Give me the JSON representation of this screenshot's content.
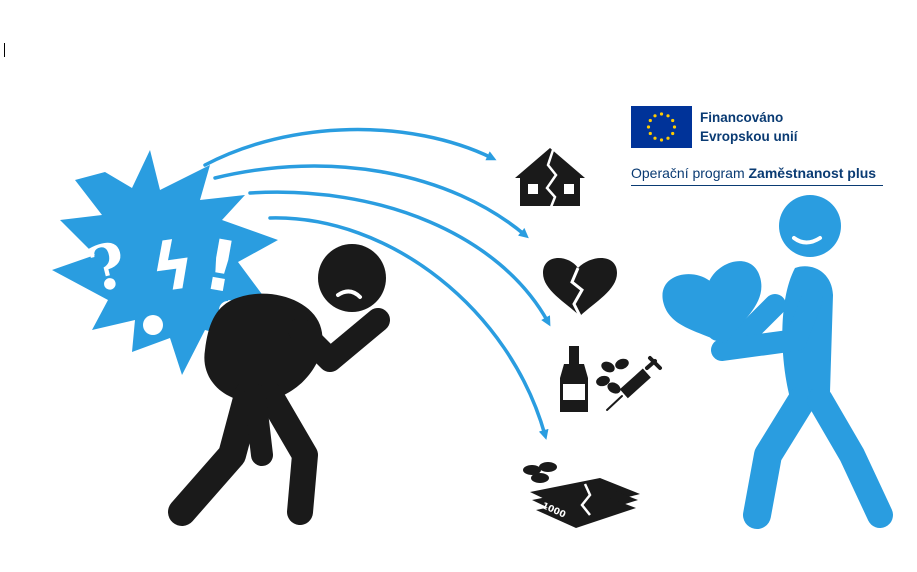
{
  "badge": {
    "funded_line1": "Financováno",
    "funded_line2": "Evropskou unií",
    "program_prefix": "Operační program ",
    "program_name": "Zaměstnanost plus"
  },
  "burst_symbols": {
    "question": "?",
    "lightning": "ϟ",
    "exclamation": "!"
  },
  "money_label": "1000",
  "icons": [
    "broken-house-icon",
    "broken-heart-icon",
    "bottle-icon",
    "pills-icon",
    "syringe-icon",
    "money-icon"
  ],
  "colors": {
    "accent_blue": "#2a9de0",
    "figure_black": "#1a1a1a",
    "eu_blue": "#003399",
    "eu_star": "#ffcc00",
    "text_navy": "#0a3b73"
  }
}
